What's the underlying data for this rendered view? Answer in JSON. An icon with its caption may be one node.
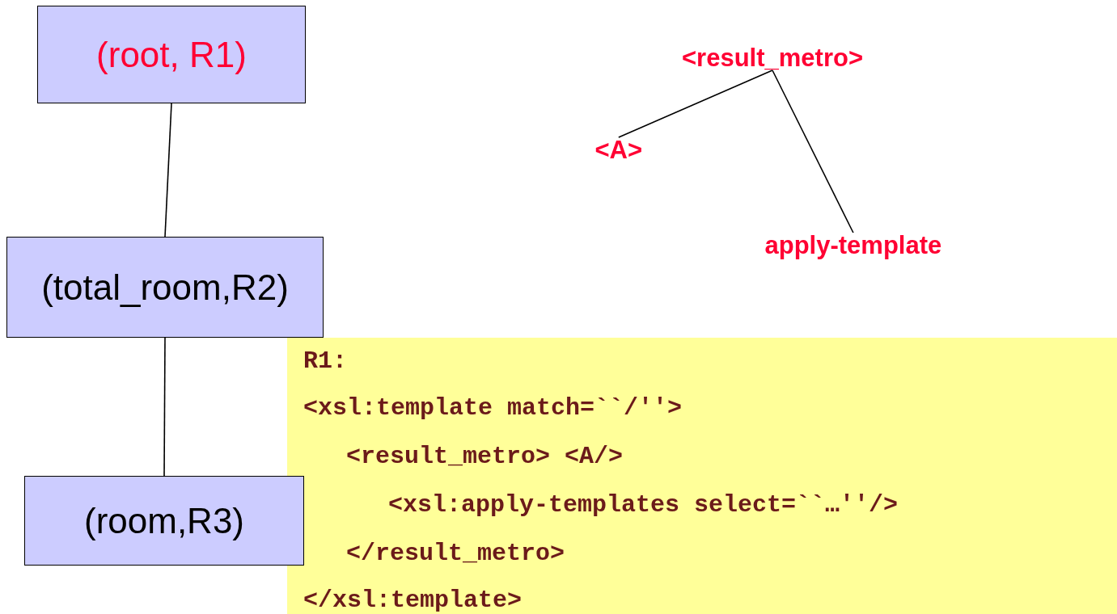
{
  "diagram": {
    "nodes": [
      {
        "text": [
          "(root, R1)"
        ]
      },
      {
        "text": [
          "(total_room,R2)"
        ]
      },
      {
        "text": [
          "(room,R3)"
        ]
      },
      {
        "text": [
          "<result_metro>"
        ]
      },
      {
        "text": [
          "<A>"
        ]
      },
      {
        "text": [
          "apply-template"
        ]
      },
      {
        "text": [
          "R1:",
          "<xsl:template match=``/''>",
          "<result_metro> <A/>",
          "<xsl:apply-templates select=``…''/>",
          "</result_metro>",
          "</xsl:template>"
        ]
      }
    ],
    "edges": [
      {
        "from": 0,
        "to": 1,
        "arrow": "none"
      },
      {
        "from": 1,
        "to": 2,
        "arrow": "none"
      },
      {
        "from": 3,
        "to": 4,
        "arrow": "none"
      },
      {
        "from": 3,
        "to": 5,
        "arrow": "none"
      }
    ]
  }
}
